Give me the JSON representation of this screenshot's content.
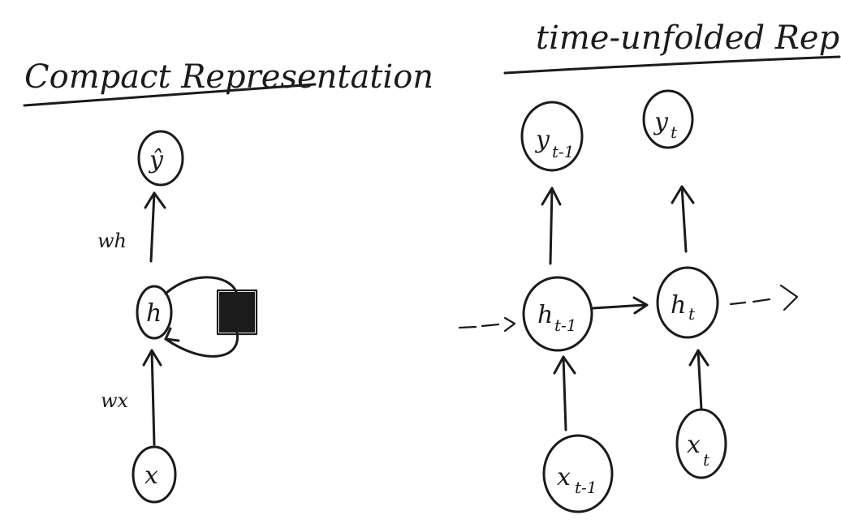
{
  "compact": {
    "title": "Compact Representation",
    "nodes": {
      "output": "ŷ",
      "hidden": "h",
      "input": "x"
    },
    "weights": {
      "hidden_to_output": "wh",
      "input_to_hidden": "wx"
    }
  },
  "unfolded": {
    "title": "time-unfolded Rep",
    "outputs": [
      {
        "main": "y",
        "sub": "t-1"
      },
      {
        "main": "y",
        "sub": "t"
      }
    ],
    "hiddens": [
      {
        "main": "h",
        "sub": "t-1"
      },
      {
        "main": "h",
        "sub": "t"
      }
    ],
    "inputs": [
      {
        "main": "x",
        "sub": "t-1"
      },
      {
        "main": "x",
        "sub": "t"
      }
    ]
  }
}
